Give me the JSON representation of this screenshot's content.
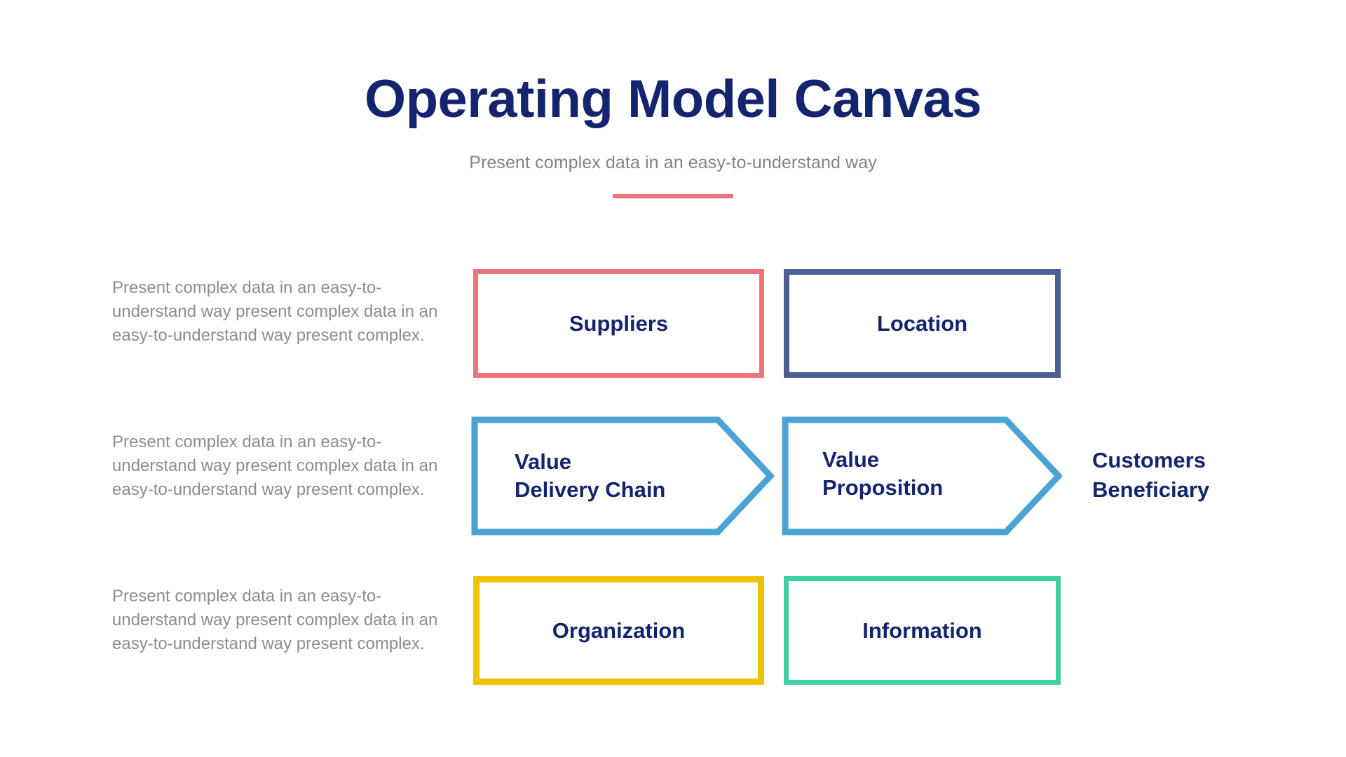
{
  "header": {
    "title": "Operating Model Canvas",
    "subtitle": "Present complex data in an easy-to-understand way",
    "divider_color": "#F0727C",
    "title_color": "#14246E",
    "subtitle_color": "#808387"
  },
  "rows": [
    {
      "description": "Present complex data in an easy-to-understand way present complex data in an easy-to-understand way present complex.",
      "shapes": [
        {
          "label": "Suppliers",
          "shape": "rect",
          "color": "#F0727C"
        },
        {
          "label": "Location",
          "shape": "rect",
          "color": "#4B5F93"
        }
      ]
    },
    {
      "description": "Present complex data in an easy-to-understand way present complex data in an easy-to-understand way present complex.",
      "shapes": [
        {
          "label": "Value\nDelivery Chain",
          "shape": "chevron",
          "color": "#4BA3D4"
        },
        {
          "label": "Value\nProposition",
          "shape": "chevron",
          "color": "#4BA3D4"
        }
      ],
      "trailing_label": "Customers\nBeneficiary"
    },
    {
      "description": "Present complex data in an easy-to-understand way present complex data in an easy-to-understand way present complex.",
      "shapes": [
        {
          "label": "Organization",
          "shape": "rect",
          "color": "#F0C300"
        },
        {
          "label": "Information",
          "shape": "rect",
          "color": "#3CD0A3"
        }
      ]
    }
  ]
}
